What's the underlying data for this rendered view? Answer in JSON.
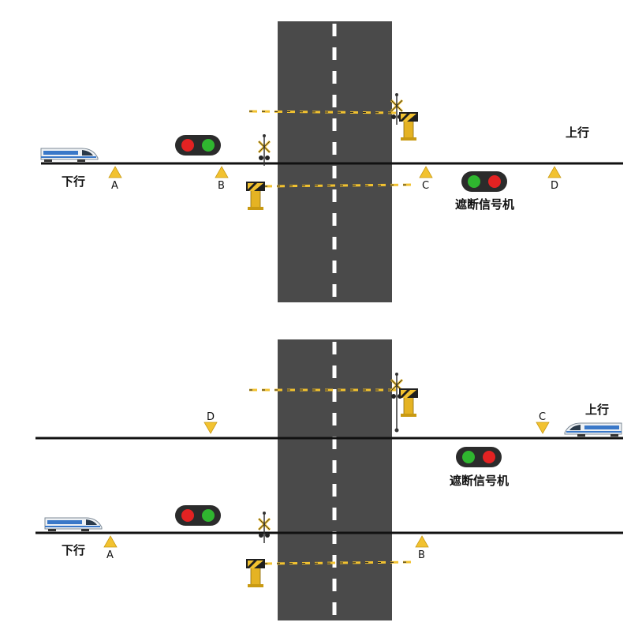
{
  "panel_top": {
    "direction_down": "下行",
    "direction_up": "上行",
    "points": [
      "A",
      "B",
      "C",
      "D"
    ],
    "signal_label": "遮断信号机"
  },
  "panel_bottom": {
    "direction_down": "下行",
    "direction_up": "上行",
    "points_down_track": [
      "A",
      "B"
    ],
    "points_up_track": [
      "D",
      "C"
    ],
    "signal_label": "遮断信号机"
  },
  "colors": {
    "road": "#4a4a4a",
    "track": "#111111",
    "marker": "#f2c230",
    "signal_red": "#e32222",
    "signal_green": "#2fb62f",
    "barrier_yellow": "#f2c230"
  },
  "icons": [
    "train-icon",
    "traffic-light-icon",
    "crossing-gate-icon",
    "triangle-marker-icon"
  ]
}
